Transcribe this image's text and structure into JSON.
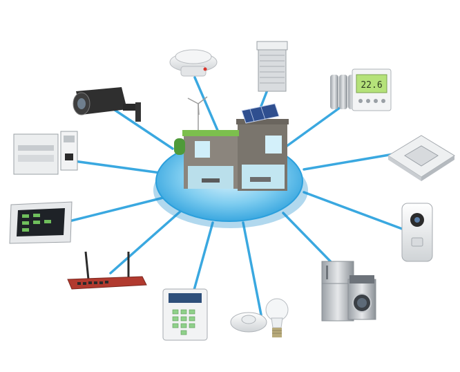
{
  "hub": {
    "name": "smart-home-house",
    "colors": {
      "disc": "#3fb2e6",
      "disc_light": "#bfe8fb",
      "wall": "#8d8880",
      "glass": "#bfe9f7",
      "roof_green": "#7cbf4d"
    }
  },
  "connector_color": "#3aa8e0",
  "thermostat": {
    "display": "22.6"
  },
  "devices": [
    {
      "name": "smoke-detector",
      "icon": "smoke-detector-icon"
    },
    {
      "name": "roller-shutter",
      "icon": "roller-shutter-icon"
    },
    {
      "name": "thermostat-radiator",
      "icon": "thermostat-icon"
    },
    {
      "name": "ceiling-air-conditioner",
      "icon": "air-conditioner-icon"
    },
    {
      "name": "video-doorbell",
      "icon": "doorbell-icon"
    },
    {
      "name": "fridge-washing-machine",
      "icon": "appliances-icon"
    },
    {
      "name": "motion-sensor-light-bulb",
      "icon": "light-bulb-icon"
    },
    {
      "name": "alarm-keypad",
      "icon": "keypad-icon"
    },
    {
      "name": "wifi-router",
      "icon": "router-icon"
    },
    {
      "name": "touch-panel",
      "icon": "touch-panel-icon"
    },
    {
      "name": "din-rail-modules",
      "icon": "din-rail-icon"
    },
    {
      "name": "cctv-camera",
      "icon": "camera-icon"
    }
  ]
}
